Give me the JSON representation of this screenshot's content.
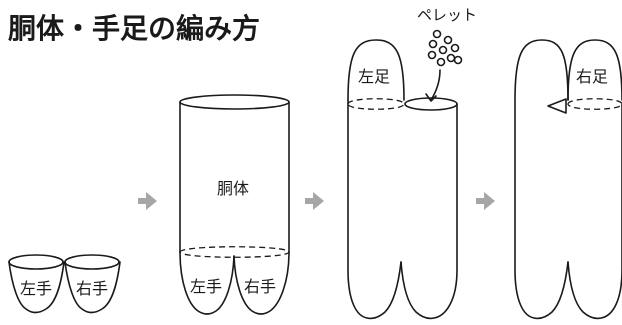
{
  "title": "胴体・手足の編み方",
  "labels": {
    "left_hand": "左手",
    "right_hand": "右手",
    "body": "胴体",
    "left_foot": "左足",
    "right_foot": "右足",
    "pellet": "ペレット"
  },
  "colors": {
    "outline": "#1a1a1a",
    "arrow": "#a6a6a6",
    "background": "#ffffff"
  },
  "icons": [
    "right-arrow-icon",
    "pellet-icon",
    "insert-arrow-icon",
    "needle-icon"
  ]
}
